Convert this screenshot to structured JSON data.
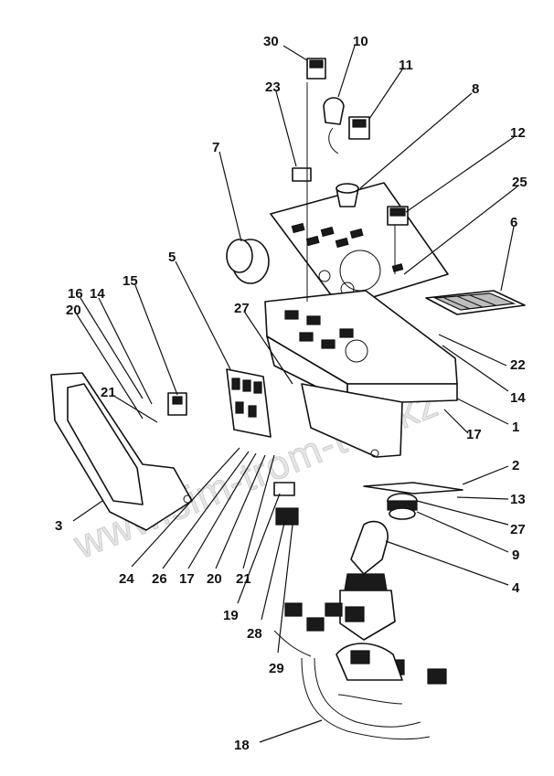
{
  "watermark": "www.sim-trom-toz.kz",
  "callouts": [
    {
      "id": "c30",
      "text": "30"
    },
    {
      "id": "c10",
      "text": "10"
    },
    {
      "id": "c11",
      "text": "11"
    },
    {
      "id": "c23",
      "text": "23"
    },
    {
      "id": "c8",
      "text": "8"
    },
    {
      "id": "c7",
      "text": "7"
    },
    {
      "id": "c12",
      "text": "12"
    },
    {
      "id": "c25",
      "text": "25"
    },
    {
      "id": "c6",
      "text": "6"
    },
    {
      "id": "c5",
      "text": "5"
    },
    {
      "id": "c15",
      "text": "15"
    },
    {
      "id": "c16",
      "text": "16"
    },
    {
      "id": "c14a",
      "text": "14"
    },
    {
      "id": "c20a",
      "text": "20"
    },
    {
      "id": "c27a",
      "text": "27"
    },
    {
      "id": "c21a",
      "text": "21"
    },
    {
      "id": "c22",
      "text": "22"
    },
    {
      "id": "c14b",
      "text": "14"
    },
    {
      "id": "c1",
      "text": "1"
    },
    {
      "id": "c17a",
      "text": "17"
    },
    {
      "id": "c2",
      "text": "2"
    },
    {
      "id": "c13",
      "text": "13"
    },
    {
      "id": "c27b",
      "text": "27"
    },
    {
      "id": "c9",
      "text": "9"
    },
    {
      "id": "c3",
      "text": "3"
    },
    {
      "id": "c4",
      "text": "4"
    },
    {
      "id": "c24",
      "text": "24"
    },
    {
      "id": "c26",
      "text": "26"
    },
    {
      "id": "c17b",
      "text": "17"
    },
    {
      "id": "c20b",
      "text": "20"
    },
    {
      "id": "c21b",
      "text": "21"
    },
    {
      "id": "c19",
      "text": "19"
    },
    {
      "id": "c28",
      "text": "28"
    },
    {
      "id": "c29",
      "text": "29"
    },
    {
      "id": "c18",
      "text": "18"
    }
  ]
}
